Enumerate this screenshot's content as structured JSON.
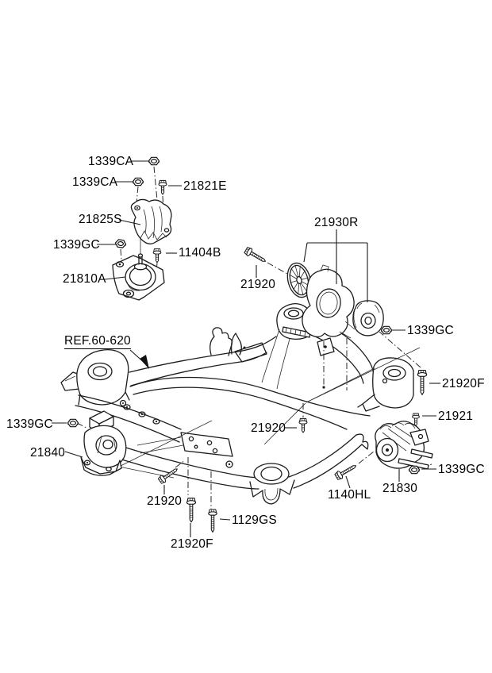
{
  "diagram": {
    "kind": "exploded-parts-diagram",
    "subject": "engine and transaxle mounting / crossmember",
    "reference_note": "REF.60-620"
  },
  "colors": {
    "ink": "#1c1c1c",
    "background": "#ffffff",
    "text": "#000000"
  },
  "callouts": {
    "c1339ca_1": {
      "text": "1339CA",
      "icon": "nut-icon"
    },
    "c1339ca_2": {
      "text": "1339CA",
      "icon": "nut-icon"
    },
    "c21821e": {
      "text": "21821E",
      "icon": "bolt-icon"
    },
    "c21825s": {
      "text": "21825S",
      "icon": "bracket-part"
    },
    "c1339gc_top": {
      "text": "1339GC",
      "icon": "nut-icon"
    },
    "c11404b": {
      "text": "11404B",
      "icon": "bolt-icon"
    },
    "c21810a": {
      "text": "21810A",
      "icon": "engine-mount-part"
    },
    "c21930r": {
      "text": "21930R",
      "icon": "roll-rod-part"
    },
    "c21920_top": {
      "text": "21920",
      "icon": "bolt-icon"
    },
    "c1339gc_right": {
      "text": "1339GC",
      "icon": "nut-icon"
    },
    "cref": {
      "text": "REF.60-620",
      "icon": "crossmember"
    },
    "c21920f_right": {
      "text": "21920F",
      "icon": "bolt-icon"
    },
    "c21921": {
      "text": "21921",
      "icon": "bolt-icon"
    },
    "c1339gc_left": {
      "text": "1339GC",
      "icon": "nut-icon"
    },
    "c21840": {
      "text": "21840",
      "icon": "transmission-mount-part"
    },
    "c21920_mid": {
      "text": "21920",
      "icon": "bolt-icon"
    },
    "c21920_bl": {
      "text": "21920",
      "icon": "bolt-icon"
    },
    "c21920f_bot": {
      "text": "21920F",
      "icon": "bolt-icon"
    },
    "c1129gs": {
      "text": "1129GS",
      "icon": "bolt-icon"
    },
    "c1140hl": {
      "text": "1140HL",
      "icon": "bolt-icon"
    },
    "c21830": {
      "text": "21830",
      "icon": "rear-roll-mount-part"
    },
    "c1339gc_br": {
      "text": "1339GC",
      "icon": "nut-icon"
    }
  }
}
